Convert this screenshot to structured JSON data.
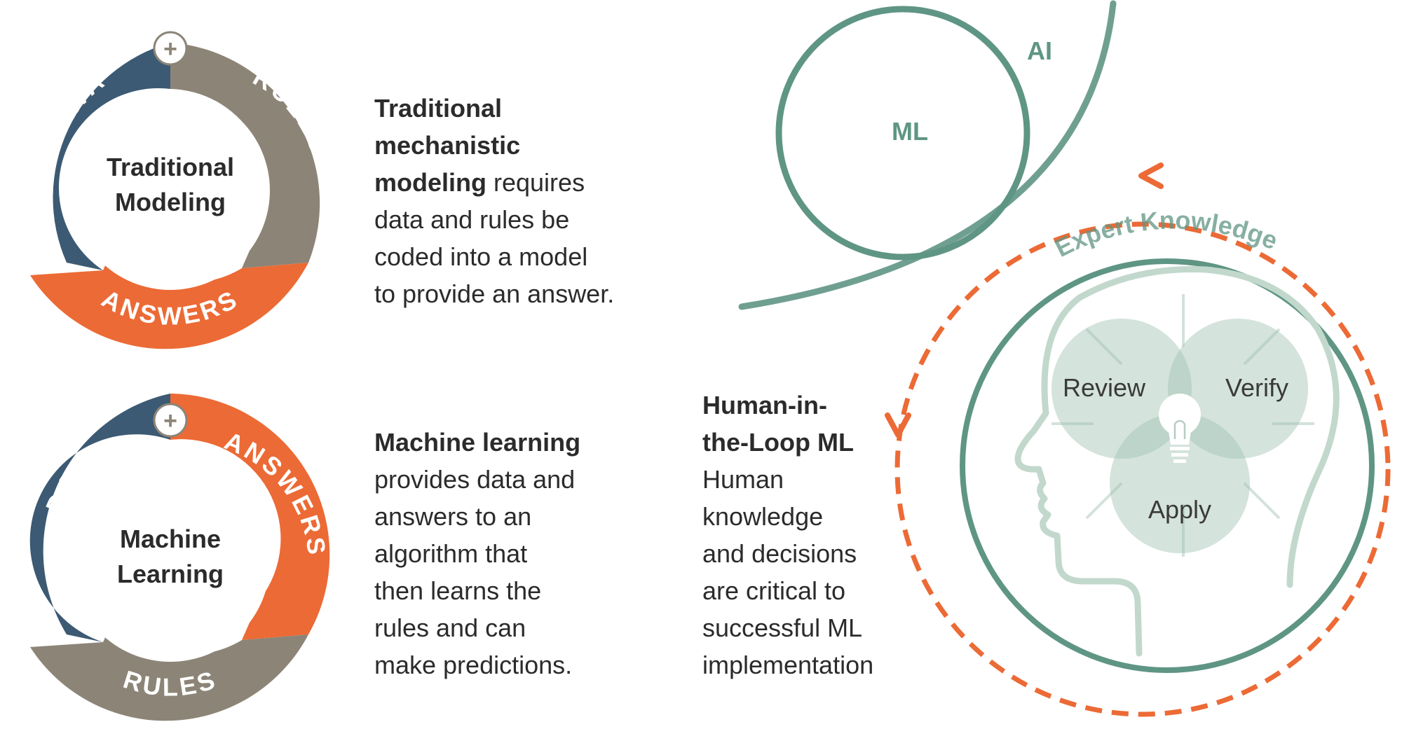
{
  "traditional": {
    "ring": {
      "data": "DATA",
      "rules": "RULES",
      "answers": "ANSWERS",
      "center_line1": "Traditional",
      "center_line2": "Modeling",
      "plus": "+"
    },
    "text_bold_1": "Traditional",
    "text_bold_2": "mechanistic",
    "text_bold_3": "modeling",
    "text_rest_3": " requires",
    "text_lines": [
      "data and rules be",
      "coded into a model",
      "to provide an answer."
    ]
  },
  "machine_learning": {
    "ring": {
      "data": "DATA",
      "answers": "ANSWERS",
      "rules": "RULES",
      "center_line1": "Machine",
      "center_line2": "Learning",
      "plus": "+"
    },
    "text_bold": "Machine learning",
    "text_lines": [
      "provides data and",
      "answers to an",
      "algorithm that",
      "then learns the",
      "rules and can",
      "make predictions."
    ]
  },
  "venn": {
    "ml": "ML",
    "ai": "AI"
  },
  "hitl": {
    "title_line1": "Human-in-",
    "title_line2": "the-Loop ML",
    "text_lines": [
      "Human",
      "knowledge",
      "and decisions",
      "are critical to",
      "successful ML",
      "implementation"
    ]
  },
  "head_diagram": {
    "expert_knowledge": "Expert Knowledge",
    "review": "Review",
    "verify": "Verify",
    "apply": "Apply"
  },
  "colors": {
    "data": "#3c5a73",
    "rules": "#8c8577",
    "answers": "#ec6a35",
    "green": "#5f9584",
    "light_green": "#b7d0c4"
  }
}
